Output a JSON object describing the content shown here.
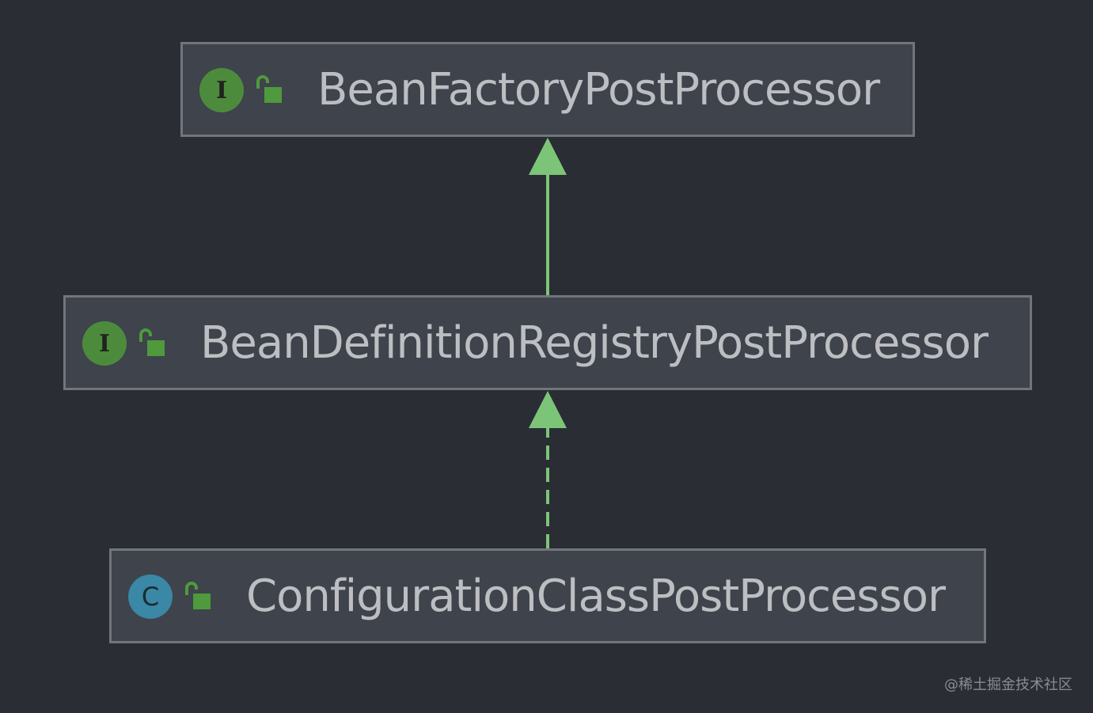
{
  "diagram": {
    "nodes": [
      {
        "id": "top",
        "kind": "I",
        "name": "BeanFactoryPostProcessor"
      },
      {
        "id": "mid",
        "kind": "I",
        "name": "BeanDefinitionRegistryPostProcessor"
      },
      {
        "id": "bot",
        "kind": "C",
        "name": "ConfigurationClassPostProcessor"
      }
    ],
    "edges": [
      {
        "from": "mid",
        "to": "top",
        "style": "solid",
        "relation": "extends"
      },
      {
        "from": "bot",
        "to": "mid",
        "style": "dashed",
        "relation": "implements"
      }
    ],
    "icons": {
      "interface": "interface-icon",
      "class": "class-icon",
      "access": "unlocked-public-icon"
    },
    "colors": {
      "background": "#2b2d34",
      "node_fill": "#3e434c",
      "node_border": "#727579",
      "edge": "#7cc578",
      "interface_badge": "#4d8b3c",
      "class_badge": "#3a87a6",
      "lock": "#4e9a3c",
      "text": "#bcbec2"
    }
  },
  "watermark": "@稀土掘金技术社区"
}
